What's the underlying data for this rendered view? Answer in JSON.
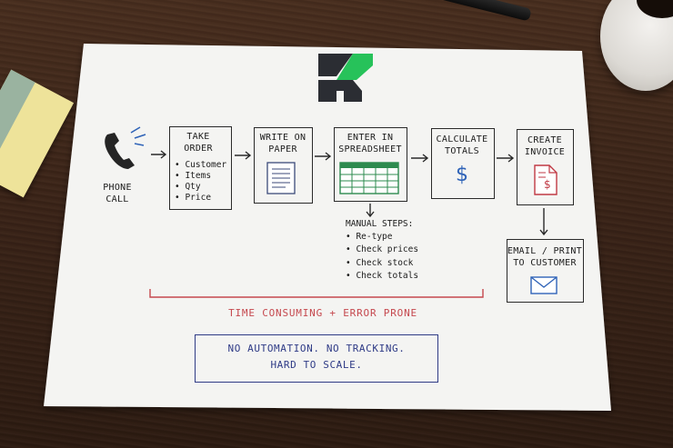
{
  "title": "",
  "flow": {
    "phone": {
      "label_1": "PHONE",
      "label_2": "CALL"
    },
    "take_order": {
      "title_1": "TAKE",
      "title_2": "ORDER",
      "items": [
        "Customer",
        "Items",
        "Qty",
        "Price"
      ]
    },
    "write_paper": {
      "title_1": "WRITE ON",
      "title_2": "PAPER"
    },
    "spreadsheet": {
      "title_1": "ENTER IN",
      "title_2": "SPREADSHEET"
    },
    "totals": {
      "title_1": "CALCULATE",
      "title_2": "TOTALS",
      "symbol": "$"
    },
    "invoice": {
      "title_1": "CREATE",
      "title_2": "INVOICE",
      "symbol": "$"
    },
    "email": {
      "title_1": "EMAIL / PRINT",
      "title_2": "TO CUSTOMER"
    }
  },
  "manual_steps": {
    "heading": "MANUAL STEPS:",
    "items": [
      "Re-type",
      "Check prices",
      "Check stock",
      "Check totals"
    ]
  },
  "warning": "TIME CONSUMING + ERROR PRONE",
  "note": {
    "line_1": "NO AUTOMATION. NO TRACKING.",
    "line_2": "HARD TO SCALE."
  },
  "colors": {
    "warning": "#c5484e",
    "note": "#2f3b86",
    "spreadsheet": "#2e8b4f",
    "invoice": "#c03a45",
    "logo_green": "#27c25a",
    "logo_dark": "#2b2d33"
  },
  "icons": [
    "phone-icon",
    "document-icon",
    "spreadsheet-icon",
    "dollar-icon",
    "invoice-icon",
    "envelope-icon",
    "pen",
    "coffee-cup",
    "sticky-notes"
  ]
}
